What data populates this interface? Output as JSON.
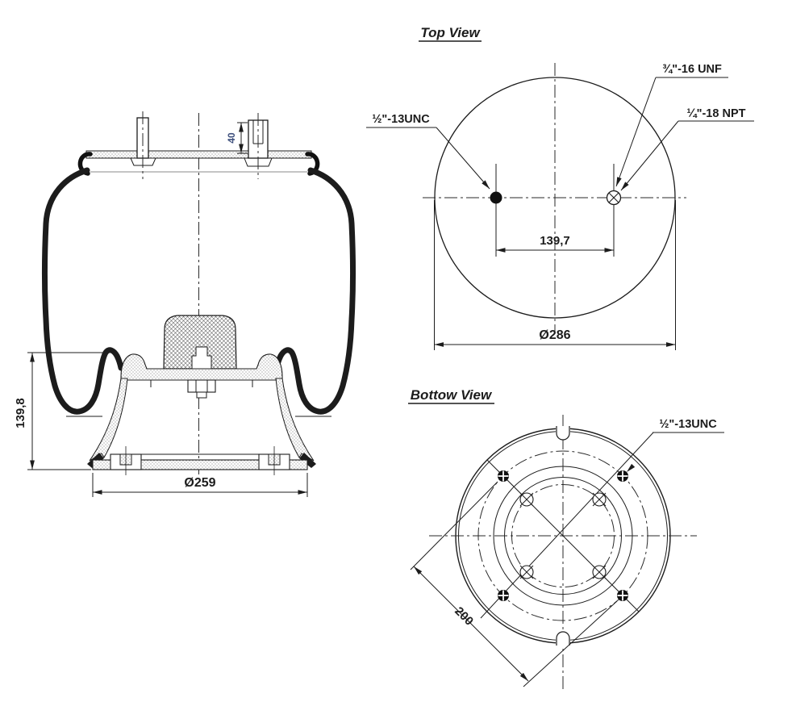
{
  "colors": {
    "ink": "#1c1c1c",
    "accent_dim": "#3d4f7c"
  },
  "side_view": {
    "dim_stud_height": "40",
    "dim_lower_height": "139,8",
    "dim_base_diameter": "Ø259"
  },
  "top_view": {
    "title": "Top View",
    "label_blind_hole": "½\"-13UNC",
    "label_stud_thread": "¾\"-16 UNF",
    "label_air_fitting": "¼\"-18 NPT",
    "dim_hole_spacing": "139,7",
    "dim_outer_diameter": "Ø286"
  },
  "bottom_view": {
    "title": "Bottow View",
    "label_bolt_thread": "½\"-13UNC",
    "dim_bolt_spacing": "200"
  }
}
